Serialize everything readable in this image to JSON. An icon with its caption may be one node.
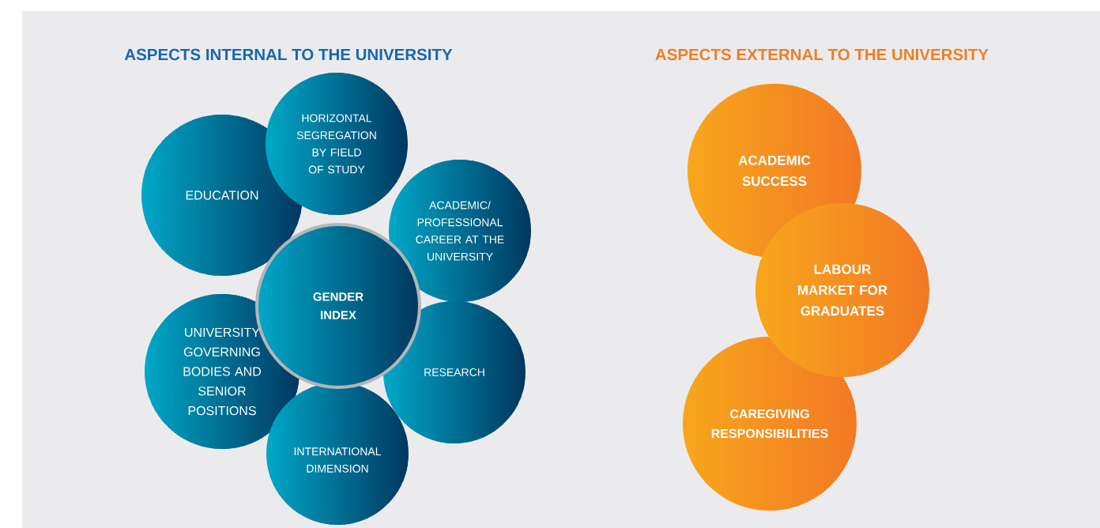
{
  "diagram": {
    "nodes": [
      {
        "text": [
          "EDUCATION"
        ]
      },
      {
        "text": [
          "HORIZONTAL SEGREGATION BY FIELD OF STUDY"
        ]
      },
      {
        "text": [
          "ACADEMIC/ PROFESSIONAL CAREER AT THE UNIVERSITY"
        ]
      },
      {
        "text": [
          "GENDER INDEX"
        ]
      },
      {
        "text": [
          "UNIVERSITY GOVERNING BODIES AND SENIOR POSITIONS"
        ]
      },
      {
        "text": [
          "RESEARCH"
        ]
      },
      {
        "text": [
          "INTERNATIONAL DIMENSION"
        ]
      },
      {
        "text": [
          "ACADEMIC SUCCESS"
        ]
      },
      {
        "text": [
          "LABOUR MARKET FOR GRADUATES"
        ]
      },
      {
        "text": [
          "CAREGIVING RESPONSIBILITIES"
        ]
      }
    ],
    "labels": [
      "ASPECTS INTERNAL TO THE UNIVERSITY",
      "ASPECTS EXTERNAL TO THE UNIVERSITY"
    ]
  }
}
